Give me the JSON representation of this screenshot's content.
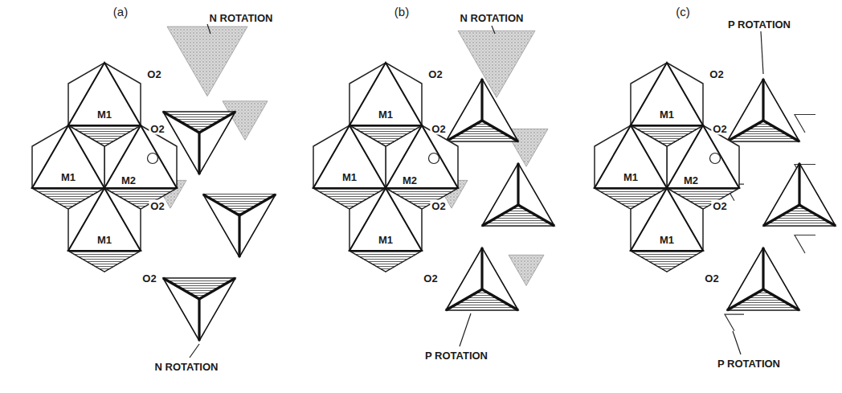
{
  "diagram": {
    "labels": [
      "(a)",
      "N ROTATION",
      "O2",
      "M1",
      "O2",
      "M2",
      "M1",
      "O2",
      "M1",
      "O2",
      "N ROTATION",
      "(b)",
      "N ROTATION",
      "O2",
      "M1",
      "O2",
      "M2",
      "M1",
      "O2",
      "M1",
      "O2",
      "P ROTATION",
      "(c)",
      "P ROTATION",
      "O2",
      "M1",
      "O2",
      "M2",
      "M1",
      "O2",
      "M1",
      "O2",
      "P ROTATION"
    ]
  }
}
